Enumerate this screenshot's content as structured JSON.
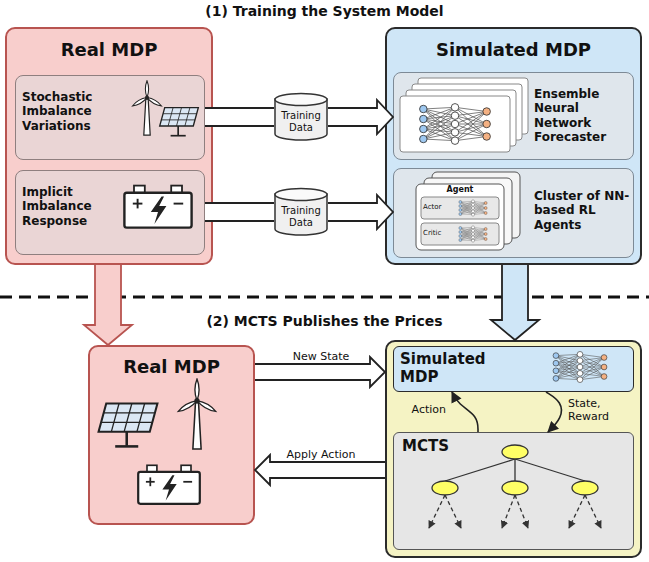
{
  "diagram": {
    "title": "(1) Training the System Model",
    "nodes": [
      {
        "text": [
          "Real MDP"
        ]
      },
      {
        "text": [
          "Stochastic Imbalance Variations"
        ],
        "in": 0
      },
      {
        "text": [
          "Implicit Imbalance Response"
        ],
        "in": 0
      },
      {
        "text": [
          "Simulated MDP"
        ]
      },
      {
        "text": [
          "Ensemble Neural Network Forecaster"
        ],
        "in": 3
      },
      {
        "text": [
          "Cluster of NN-based RL Agents"
        ],
        "in": 3
      },
      {
        "text": [
          "Training Data"
        ]
      },
      {
        "text": [
          "Training Data"
        ]
      },
      {
        "text": [
          "Real MDP"
        ]
      },
      {
        "text": []
      },
      {
        "text": [
          "Simulated MDP"
        ],
        "in": 9
      },
      {
        "text": [
          "MCTS"
        ],
        "in": 9
      }
    ],
    "edges": [
      {
        "from": 1,
        "to": 6,
        "arrow": "none"
      },
      {
        "from": 6,
        "to": 4,
        "arrow": "to"
      },
      {
        "from": 2,
        "to": 7,
        "arrow": "none"
      },
      {
        "from": 7,
        "to": 5,
        "arrow": "to"
      },
      {
        "from": 0,
        "to": 8,
        "arrow": "to"
      },
      {
        "from": 3,
        "to": 9,
        "arrow": "to"
      },
      {
        "from": 8,
        "to": 9,
        "label": "New State",
        "arrow": "to"
      },
      {
        "from": 9,
        "to": 8,
        "label": "Apply Action",
        "arrow": "to"
      },
      {
        "from": 11,
        "to": 10,
        "label": "Action",
        "arrow": "to"
      },
      {
        "from": 10,
        "to": 11,
        "label": "State, Reward",
        "arrow": "to"
      }
    ],
    "labels": [
      "(2) MCTS Publishes the Prices",
      "Agent",
      "Actor",
      "Critic"
    ]
  }
}
